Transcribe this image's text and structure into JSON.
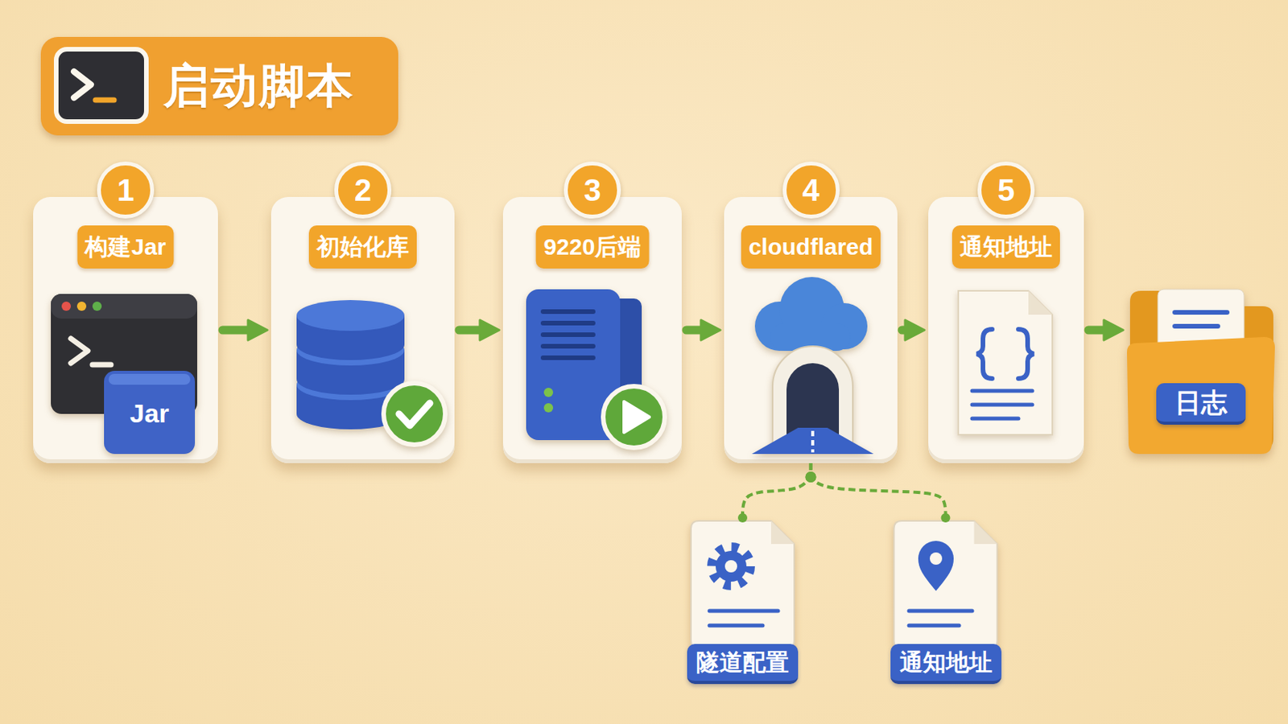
{
  "diagram": {
    "title": "启动脚本",
    "nodes": [
      {
        "text": [
          "1",
          "构建Jar"
        ]
      },
      {
        "text": [
          "2",
          "初始化库"
        ]
      },
      {
        "text": [
          "3",
          "9220后端"
        ]
      },
      {
        "text": [
          "4",
          "cloudflared"
        ]
      },
      {
        "text": [
          "5",
          "通知地址"
        ]
      },
      {
        "text": [
          "日志"
        ]
      },
      {
        "text": [
          "隧道配置"
        ]
      },
      {
        "text": [
          "通知地址"
        ]
      }
    ],
    "edges": [
      {
        "from": 0,
        "to": 1,
        "arrow": "to"
      },
      {
        "from": 1,
        "to": 2,
        "arrow": "to"
      },
      {
        "from": 2,
        "to": 3,
        "arrow": "to"
      },
      {
        "from": 3,
        "to": 4,
        "arrow": "to"
      },
      {
        "from": 4,
        "to": 5,
        "arrow": "to"
      },
      {
        "from": 3,
        "to": 6,
        "arrow": "none"
      },
      {
        "from": 3,
        "to": 7,
        "arrow": "none"
      }
    ],
    "labels": [
      "Jar"
    ]
  }
}
